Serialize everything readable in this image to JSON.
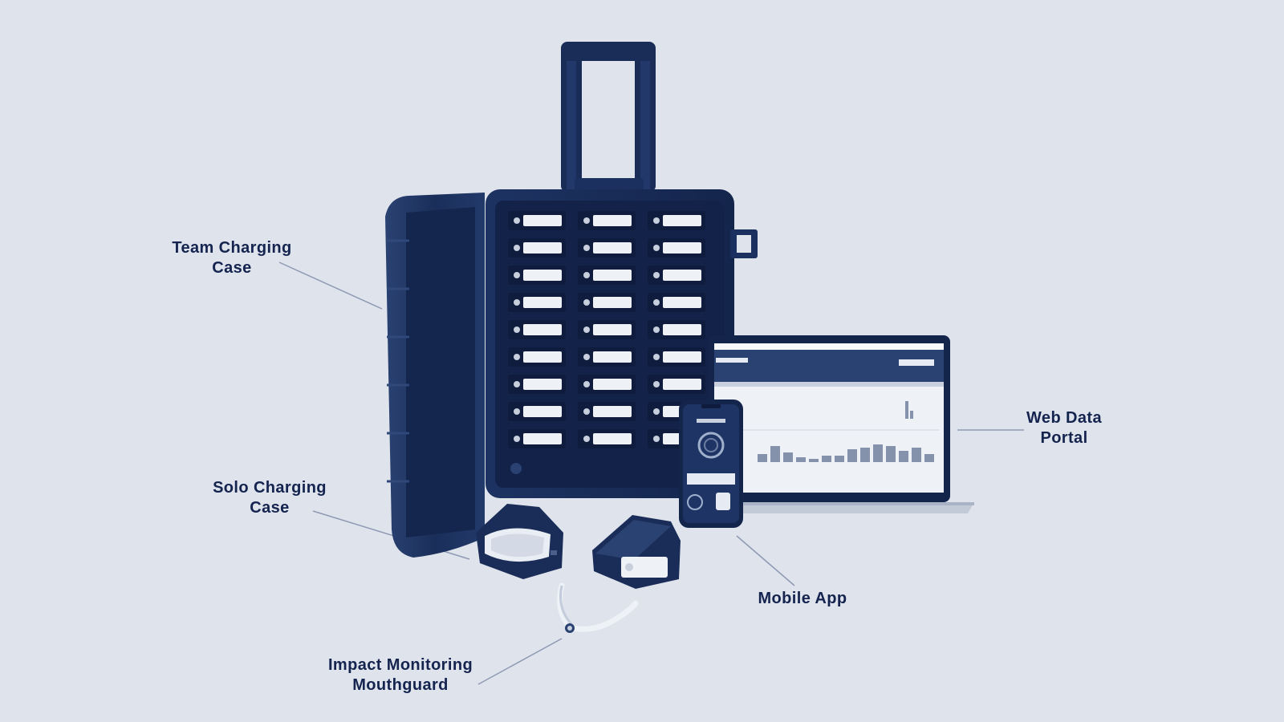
{
  "callouts": {
    "team_case": {
      "line1": "Team Charging",
      "line2": "Case"
    },
    "solo_case": {
      "line1": "Solo Charging",
      "line2": "Case"
    },
    "mouthguard": {
      "line1": "Impact Monitoring",
      "line2": "Mouthguard"
    },
    "mobile_app": {
      "line1": "Mobile App"
    },
    "web_portal": {
      "line1": "Web Data",
      "line2": "Portal"
    }
  },
  "colors": {
    "background": "#dfe3ec",
    "label_text": "#14244f",
    "product_navy": "#16284f",
    "leader_line": "#8e9ab3"
  }
}
